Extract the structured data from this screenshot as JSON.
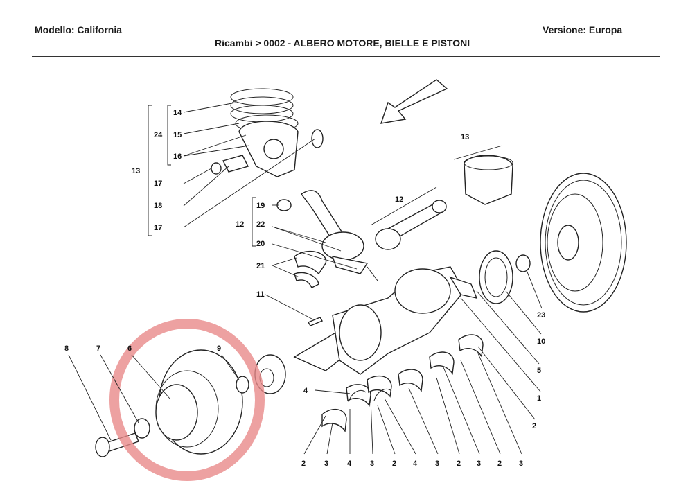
{
  "header": {
    "model": "Modello: California",
    "version": "Versione: Europa",
    "breadcrumb": "Ricambi > 0002 - ALBERO MOTORE, BIELLE E PISTONI"
  },
  "callouts": {
    "c14": "14",
    "c15": "15",
    "c16": "16",
    "c24": "24",
    "c13a": "13",
    "c17a": "17",
    "c18": "18",
    "c17b": "17",
    "c19": "19",
    "c12a": "12",
    "c22": "22",
    "c20": "20",
    "c21": "21",
    "c12b": "12",
    "c13b": "13",
    "c11": "11",
    "c8": "8",
    "c7": "7",
    "c6": "6",
    "c9": "9",
    "c23": "23",
    "c10": "10",
    "c5": "5",
    "c1": "1",
    "c2r": "2",
    "c4": "4",
    "b1": "2",
    "b2": "3",
    "b3": "4",
    "b4": "3",
    "b5": "2",
    "b6": "4",
    "b7": "3",
    "b8": "2",
    "b9": "3",
    "b10": "2",
    "b11": "3"
  },
  "highlight_color": "#e88a8a"
}
